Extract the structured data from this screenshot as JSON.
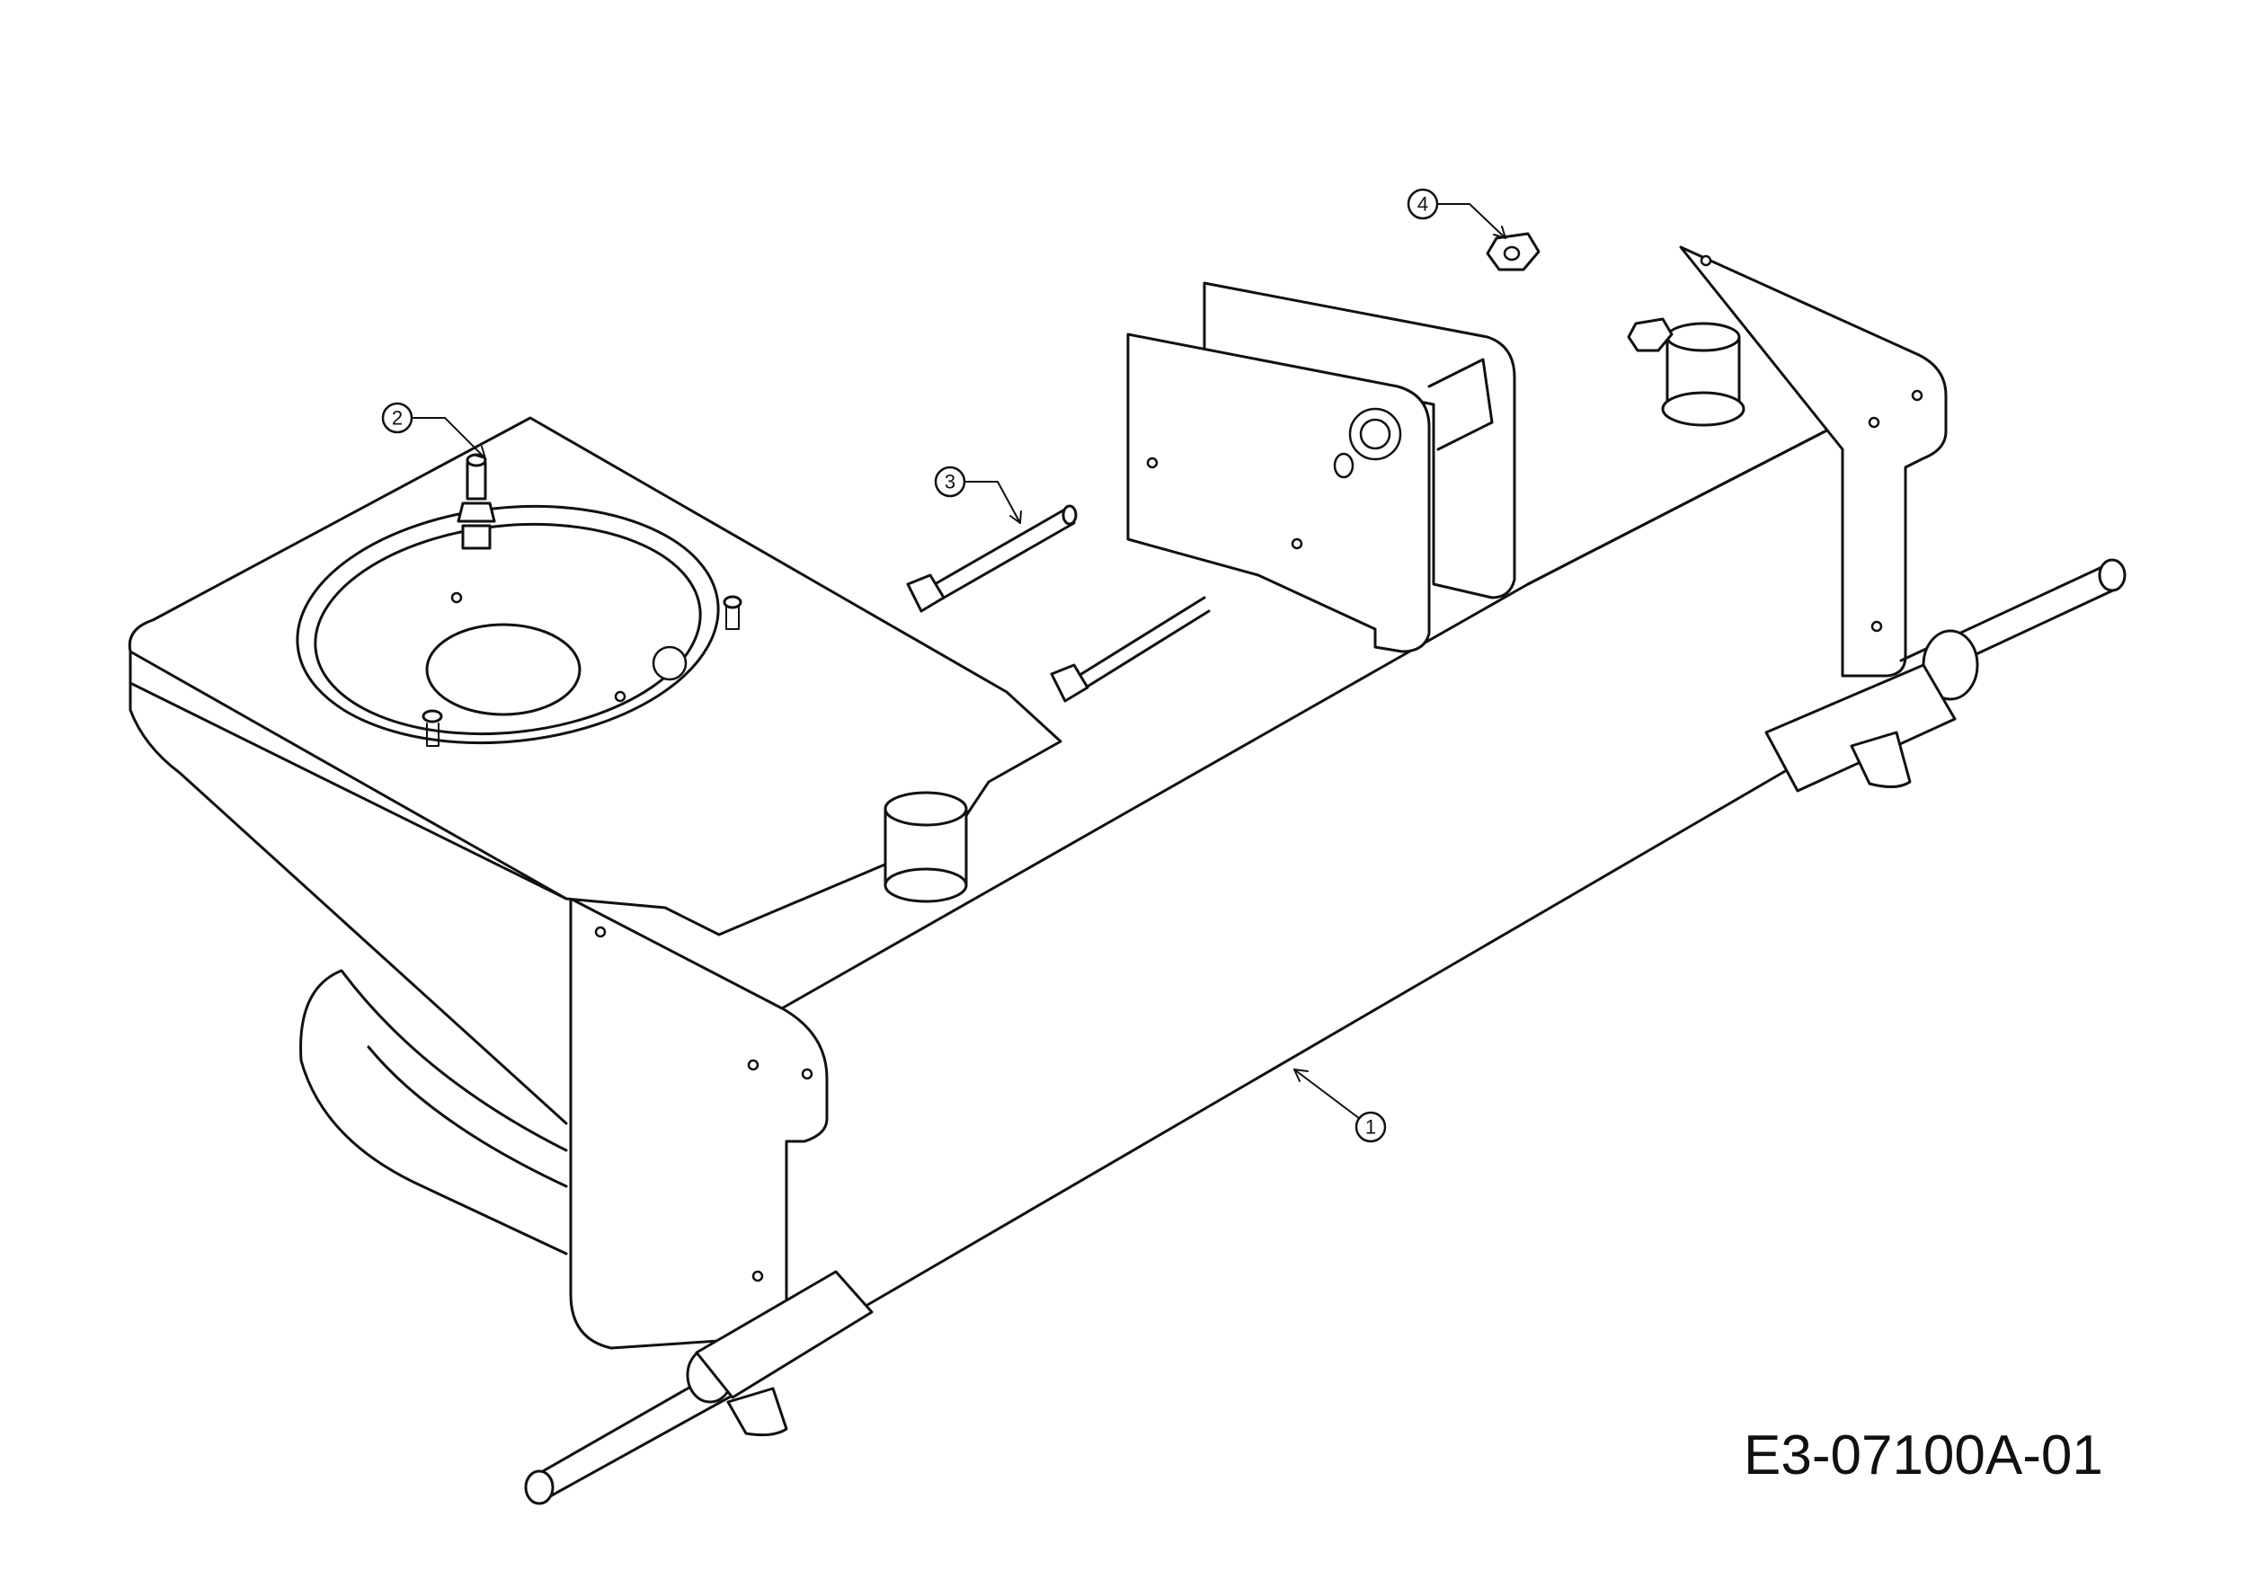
{
  "drawing_code": "E3-07100A-01",
  "callouts": [
    {
      "label": "1"
    },
    {
      "label": "2"
    },
    {
      "label": "3"
    },
    {
      "label": "4"
    }
  ]
}
